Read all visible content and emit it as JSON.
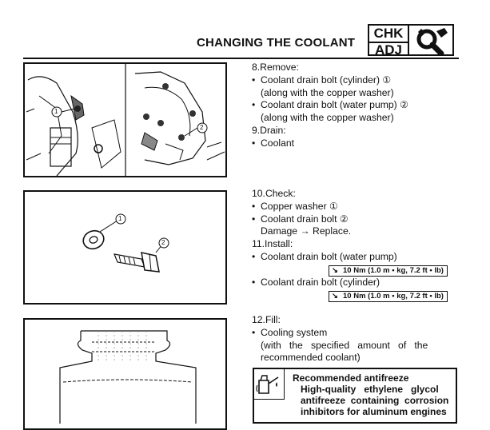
{
  "header": {
    "title": "CHANGING THE COOLANT",
    "badge_line1": "CHK",
    "badge_line2": "ADJ"
  },
  "figures": {
    "fig1": {
      "callout1": "1",
      "callout2": "2"
    },
    "fig2": {
      "callout1": "1",
      "callout2": "2"
    }
  },
  "section1": {
    "step8": "8.Remove:",
    "item1": "Coolant drain bolt (cylinder) ①",
    "item1_cont": "(along with the copper washer)",
    "item2": "Coolant drain bolt (water pump) ②",
    "item2_cont": "(along with the copper washer)",
    "step9": "9.Drain:",
    "item3": "Coolant"
  },
  "section2": {
    "step10": "10.Check:",
    "item1": "Copper washer ①",
    "item2": "Coolant drain bolt ②",
    "item2_cont": "Damage → Replace.",
    "step11": "11.Install:",
    "item3": "Coolant drain bolt (water pump)",
    "torque1": "10 Nm (1.0 m • kg, 7.2 ft • lb)",
    "item4": "Coolant drain bolt (cylinder)",
    "torque2": "10 Nm (1.0 m • kg, 7.2 ft • lb)"
  },
  "section3": {
    "step12": "12.Fill:",
    "item1": "Cooling system",
    "item1_cont1": "(with   the   specified   amount   of   the",
    "item1_cont2": "recommended coolant)"
  },
  "note": {
    "heading": "Recommended antifreeze",
    "line1": "High-quality   ethylene   glycol",
    "line2": "antifreeze  containing  corrosion",
    "line3": "inhibitors for aluminum engines"
  }
}
